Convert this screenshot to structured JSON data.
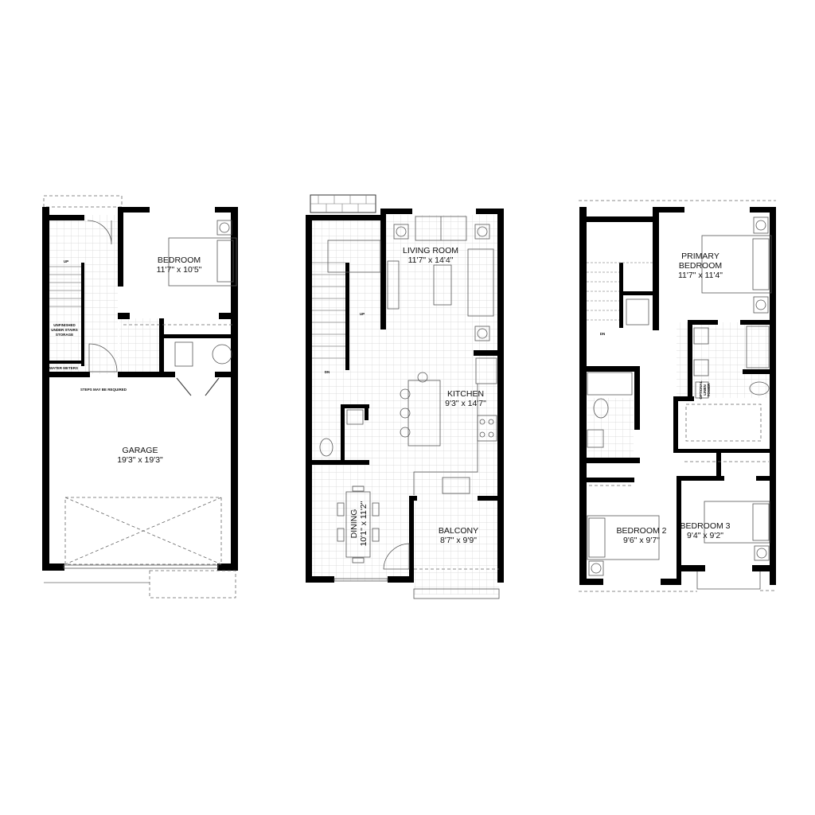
{
  "lower_level": {
    "bedroom": {
      "name": "BEDROOM",
      "size": "11'7\" x 10'5\""
    },
    "garage": {
      "name": "GARAGE",
      "size": "19'3\" x 19'3\""
    },
    "storage_line1": "UNFINISHED",
    "storage_line2": "UNDER STAIRS",
    "storage_line3": "STORAGE",
    "water_meters": "WATER METERS",
    "steps_note": "STEPS MAY BE REQUIRED",
    "stair_up": "UP"
  },
  "main_level": {
    "living": {
      "name": "LIVING ROOM",
      "size": "11'7\" x 14'4\""
    },
    "kitchen": {
      "name": "KITCHEN",
      "size": "9'3\" x 14'7\""
    },
    "dining": {
      "name": "DINING",
      "size": "10'1\" x 11'2\""
    },
    "balcony": {
      "name": "BALCONY",
      "size": "8'7\" x 9'9\""
    },
    "stair_up": "UP",
    "stair_dn": "DN"
  },
  "upper_level": {
    "primary": {
      "name1": "PRIMARY",
      "name2": "BEDROOM",
      "size": "11'7\" x 11'4\""
    },
    "bedroom2": {
      "name": "BEDROOM 2",
      "size": "9'6\" x 9'7\""
    },
    "bedroom3": {
      "name": "BEDROOM 3",
      "size": "9'4\" x 9'2\""
    },
    "linen_line1": "OPTIONAL",
    "linen_line2": "LINEN",
    "linen_line3": "TOWER",
    "stair_dn": "DN"
  }
}
